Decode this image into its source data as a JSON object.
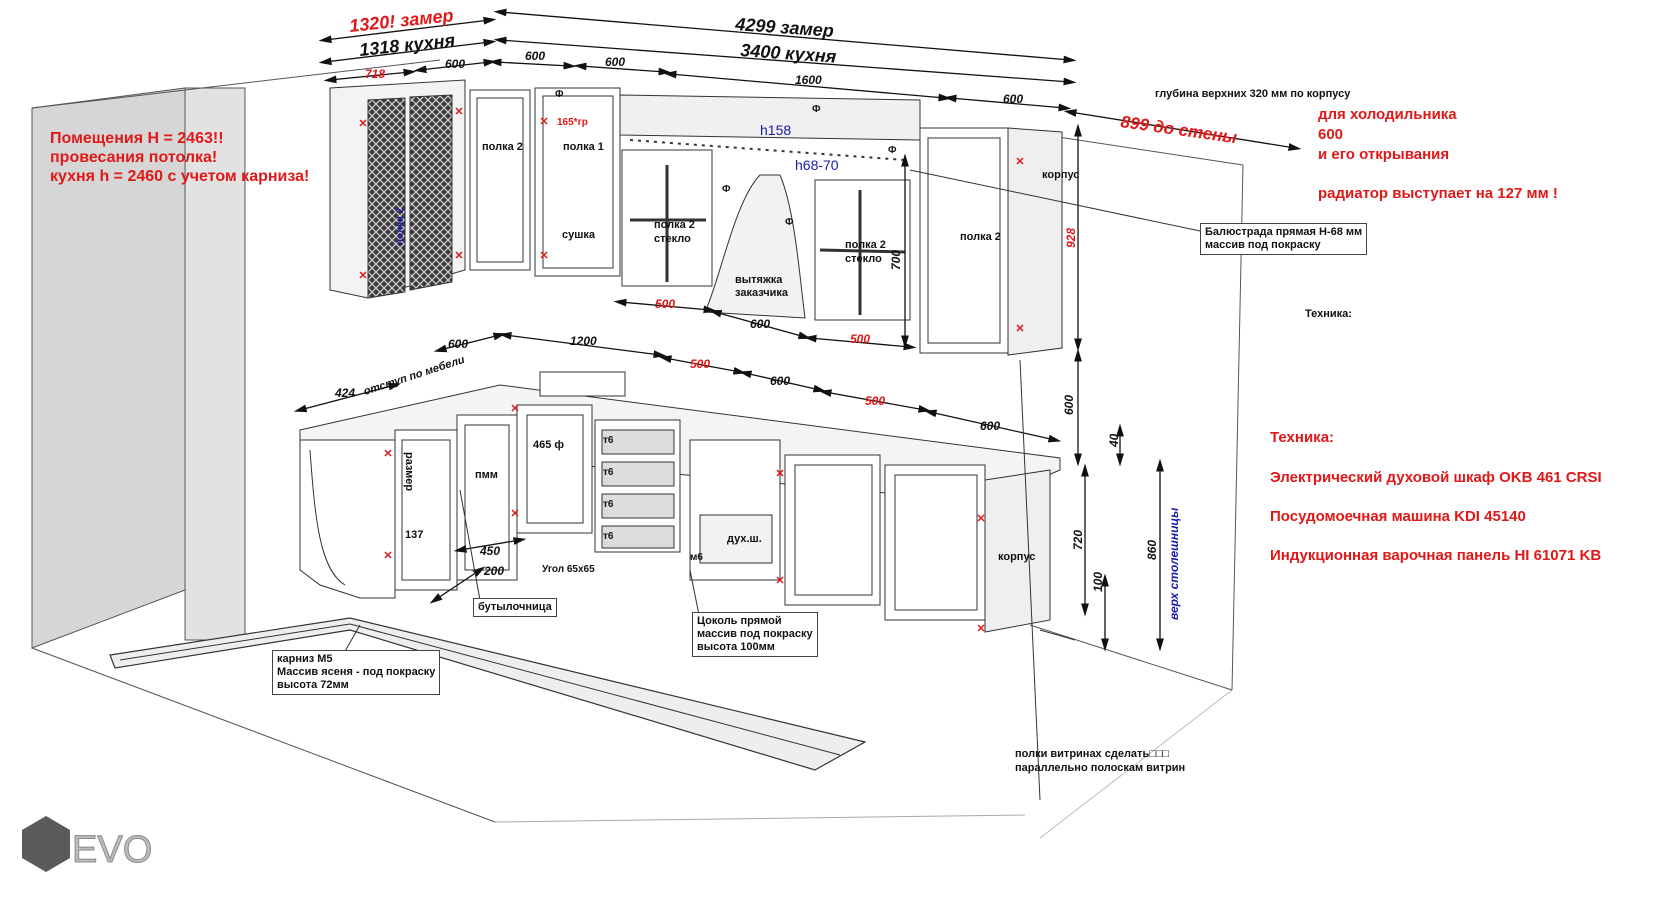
{
  "dims_top": {
    "d1320": "1320! замер",
    "d1318": "1318 кухня",
    "d4299": "4299 замер",
    "d3400": "3400 кухня",
    "d600a": "600",
    "d600b": "600",
    "d1600": "1600",
    "d600c": "600",
    "d718": "718",
    "d600d": "600",
    "d899": "899 до стены"
  },
  "dims_mid": {
    "d500a": "500",
    "d600e": "600",
    "d500b": "500",
    "d1200": "1200",
    "d600f": "600",
    "d424": "424",
    "otstup": "отступ по мебели",
    "d500c": "500",
    "d600g": "600",
    "d500d": "500",
    "d600h": "600",
    "d928": "928",
    "d600v": "600",
    "d700": "700",
    "d40": "40",
    "d720": "720",
    "d100": "100",
    "d860": "860",
    "verh": "верх столешницы",
    "d450": "450",
    "d200": "200",
    "h158": "h158",
    "h68": "h68-70"
  },
  "red_notes": {
    "room1": "Помещения Н = 2463!!",
    "room2": "провесания потолка!",
    "room3": "кухня h = 2460 с учетом карниза!",
    "fridge1": "для холодильника",
    "fridge2": "600",
    "fridge3": "и его открывания",
    "radiator": "радиатор выступает на 127 мм !",
    "tech_title": "Техника:",
    "tech1": "Электрический духовой шкаф OKB 461 CRSI",
    "tech2": "Посудомоечная машина KDI 45140",
    "tech3": "Индукционная варочная панель HI 61071 KB"
  },
  "labels": {
    "depth": "глубина верхних 320 мм по корпусу",
    "polka2a": "полка 2",
    "polka1": "полка 1",
    "sushka": "сушка",
    "polka2v": "полка 2",
    "deg165": "165*гр",
    "polka2st1": "полка 2",
    "steklo1": "стекло",
    "vytyazhka1": "вытяжка",
    "vytyazhka2": "заказчика",
    "polka2st2": "полка 2",
    "steklo2": "стекло",
    "polka2b": "полка 2",
    "korpus1": "корпус",
    "korpus2": "корпус",
    "tehnika": "Техника:",
    "f1": "Ф",
    "f2": "Ф",
    "f3": "Ф",
    "f4": "Ф",
    "f5": "Ф",
    "razmer": "размер",
    "r137": "137",
    "pmm": "пмм",
    "f465": "465 ф",
    "ugol": "Угол 65х65",
    "t6a": "т6",
    "t6b": "т6",
    "t6c": "т6",
    "t6d": "т6",
    "m6": "м6",
    "dukh": "дух.ш.",
    "polki1": "полки витринах сделать□□□",
    "polki2": "параллельно полоскам витрин",
    "logo": "EVO"
  },
  "boxes": {
    "balustrade": [
      "Балюстрада прямая Н-68 мм",
      "массив под покраску"
    ],
    "butyl": [
      "бутылочница"
    ],
    "cokol": [
      "Цоколь прямой",
      "массив под покраску",
      "высота 100мм"
    ],
    "karniz": [
      "карниз М5",
      "Массив ясеня - под покраску",
      "высота 72мм"
    ]
  },
  "colors": {
    "accent_red": "#e01818",
    "dim_blue": "#1a1aa8",
    "wall": "#d9d9d9",
    "logo": "#666666"
  }
}
